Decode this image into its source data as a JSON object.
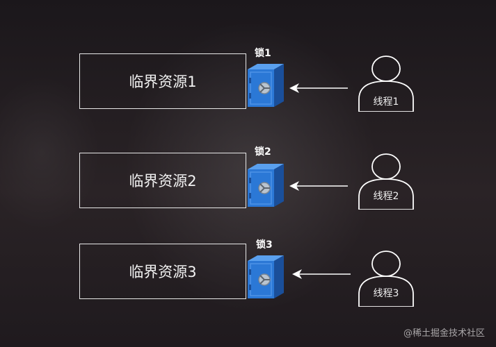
{
  "rows": [
    {
      "resource": "临界资源1",
      "lock": "锁1",
      "thread": "线程1"
    },
    {
      "resource": "临界资源2",
      "lock": "锁2",
      "thread": "线程2"
    },
    {
      "resource": "临界资源3",
      "lock": "锁3",
      "thread": "线程3"
    }
  ],
  "colors": {
    "line": "#e9e9e9",
    "safe": "#2b78d6",
    "background": "#221d22"
  },
  "watermark": "@稀土掘金技术社区"
}
